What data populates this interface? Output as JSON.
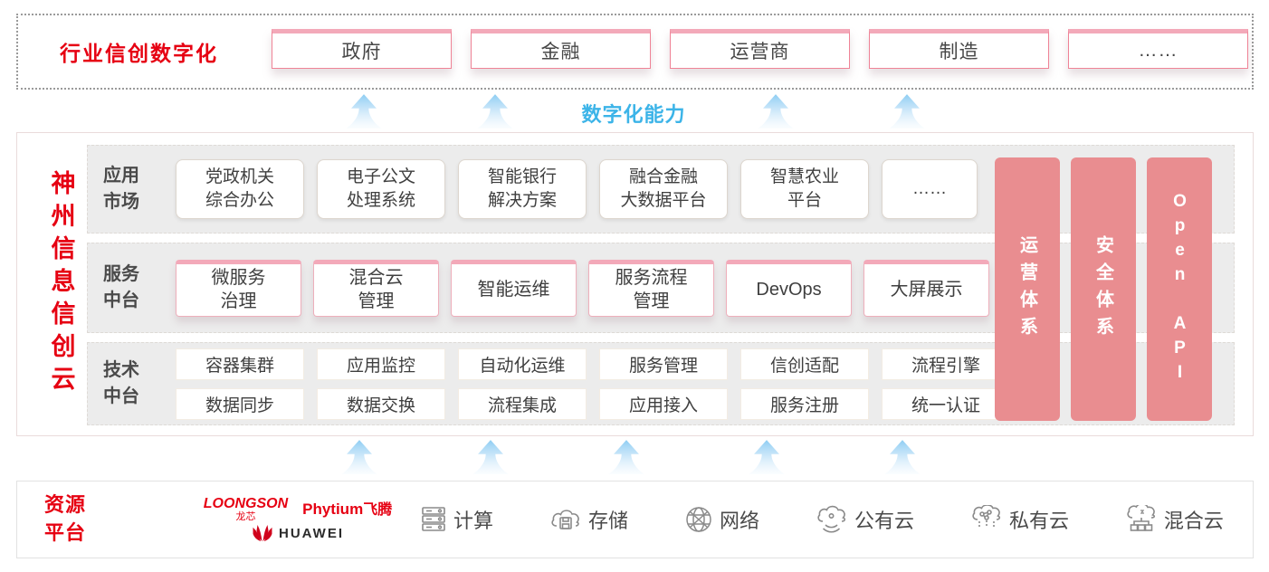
{
  "top_banner": {
    "title": "行业信创数字化",
    "items": [
      "政府",
      "金融",
      "运营商",
      "制造",
      "……"
    ]
  },
  "capability_label": "数字化能力",
  "platform": {
    "vertical_title": "神州信息信创云",
    "app_market": {
      "label": "应用\n市场",
      "items": [
        "党政机关\n综合办公",
        "电子公文\n处理系统",
        "智能银行\n解决方案",
        "融合金融\n大数据平台",
        "智慧农业\n平台",
        "……"
      ]
    },
    "service_platform": {
      "label": "服务\n中台",
      "items": [
        "微服务\n治理",
        "混合云\n管理",
        "智能运维",
        "服务流程\n管理",
        "DevOps",
        "大屏展示"
      ]
    },
    "tech_platform": {
      "label": "技术\n中台",
      "row1": [
        "容器集群",
        "应用监控",
        "自动化运维",
        "服务管理",
        "信创适配",
        "流程引擎"
      ],
      "row2": [
        "数据同步",
        "数据交换",
        "流程集成",
        "应用接入",
        "服务注册",
        "统一认证"
      ]
    },
    "side_bars": [
      "运营体系",
      "安全体系",
      "Open API"
    ]
  },
  "resources": {
    "label": "资源\n平台",
    "vendors": {
      "loongson": "LOONGSON",
      "loongson_cn": "龙芯",
      "phytium": "Phytium",
      "phytium_cn": "飞腾",
      "huawei": "HUAWEI"
    },
    "items": [
      {
        "icon": "compute-server-icon",
        "label": "计算"
      },
      {
        "icon": "storage-cloud-icon",
        "label": "存储"
      },
      {
        "icon": "network-globe-icon",
        "label": "网络"
      },
      {
        "icon": "public-cloud-icon",
        "label": "公有云"
      },
      {
        "icon": "private-cloud-icon",
        "label": "私有云"
      },
      {
        "icon": "hybrid-cloud-icon",
        "label": "混合云"
      }
    ]
  },
  "colors": {
    "accent_red": "#e60012",
    "bar_pink": "#e98d90",
    "capability_blue": "#3cb4e8"
  }
}
